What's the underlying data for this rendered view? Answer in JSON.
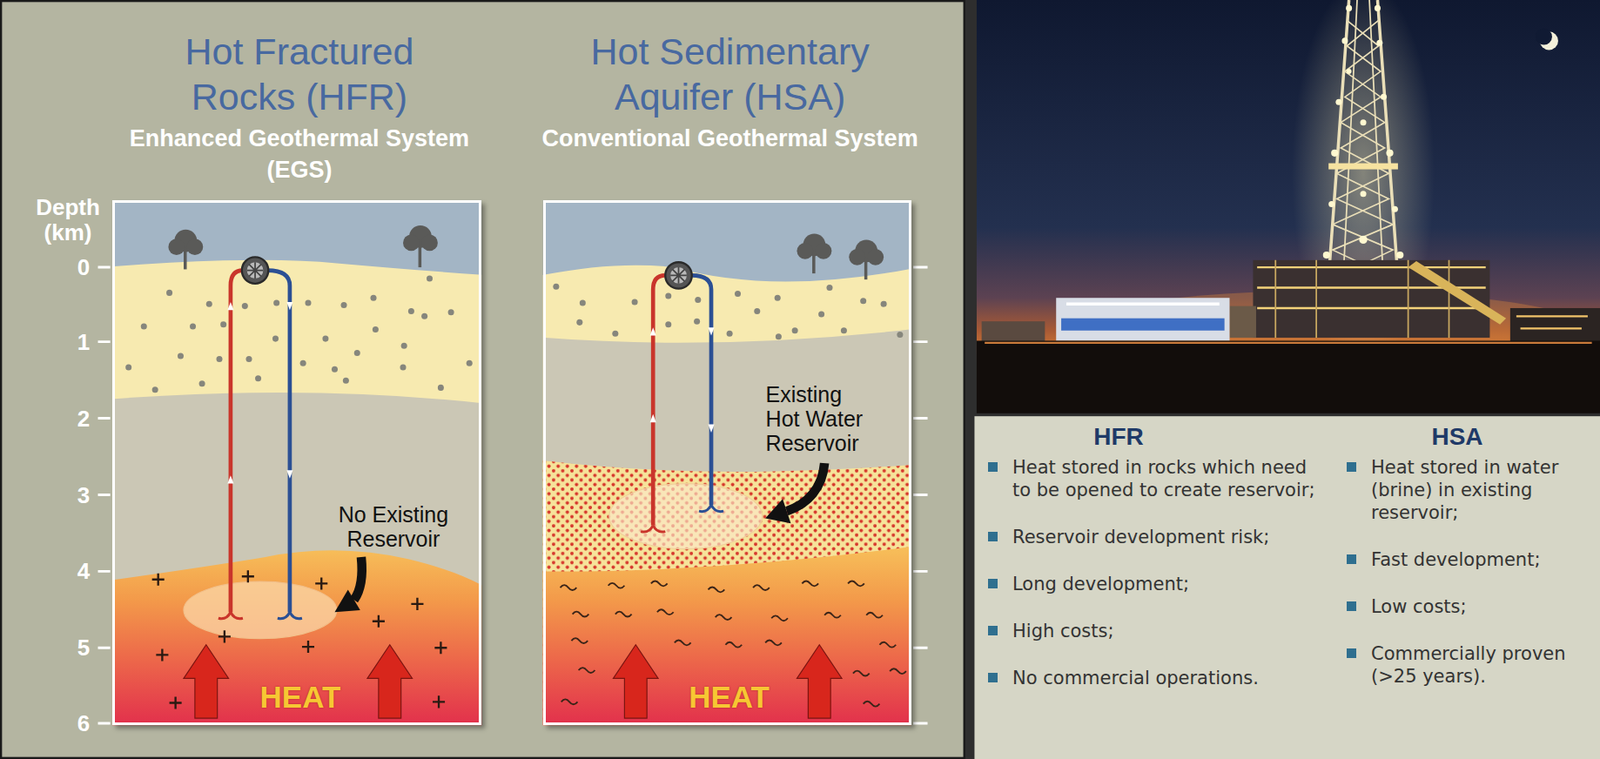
{
  "diagram": {
    "nodes": [
      {
        "text": [
          "Hot Fractured Rocks (HFR)",
          "Enhanced Geothermal System (EGS)",
          "No Existing Reservoir",
          "HEAT"
        ]
      },
      {
        "text": [
          "Hot Sedimentary Aquifer (HSA)",
          "Conventional Geothermal System",
          "Existing Hot Water Reservoir",
          "HEAT"
        ]
      }
    ],
    "labels": [
      "Depth (km)",
      "0",
      "1",
      "2",
      "3",
      "4",
      "5",
      "6",
      "HFR",
      "Heat stored in rocks which need to be opened to create reservoir;",
      "Reservoir development risk;",
      "Long development;",
      "High costs;",
      "No commercial operations.",
      "HSA",
      "Heat stored in water (brine) in existing reservoir;",
      "Fast development;",
      "Low costs;",
      "Commercially proven (>25 years)."
    ]
  }
}
